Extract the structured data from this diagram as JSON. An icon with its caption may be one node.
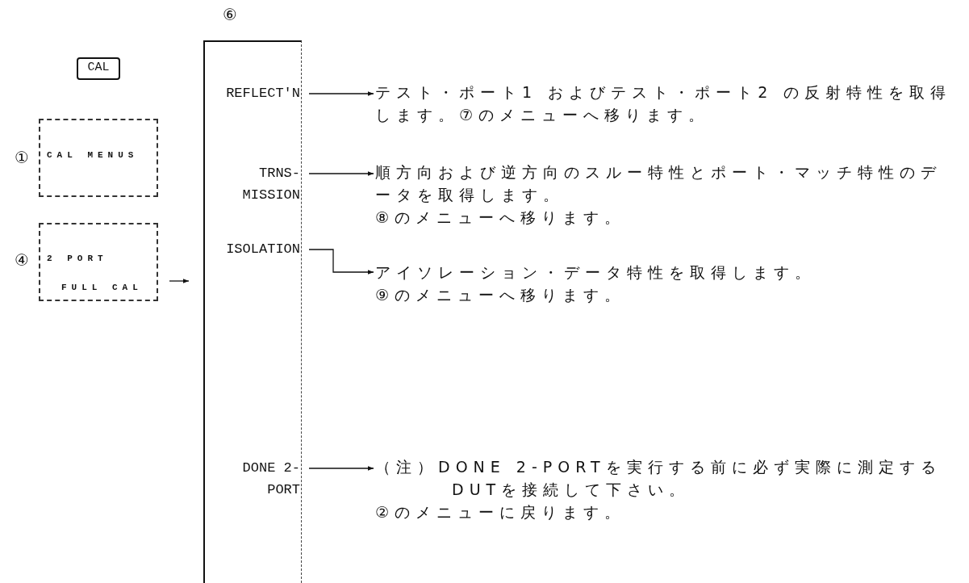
{
  "diagram": {
    "nodes": [
      {
        "text": [
          "CAL"
        ]
      },
      {
        "text": [
          "CAL MENUS"
        ],
        "beside": [
          "①"
        ]
      },
      {
        "text": [
          "2 PORT FULL CAL"
        ],
        "beside": [
          "④"
        ]
      },
      {
        "text": [
          "⑥"
        ]
      },
      {
        "text": [
          "REFLECT'N"
        ],
        "in": 3
      },
      {
        "text": [
          "TRNS- MISSION"
        ],
        "in": 3
      },
      {
        "text": [
          "ISOLATION"
        ],
        "in": 3
      },
      {
        "text": [
          "DONE 2-PORT"
        ],
        "in": 3
      },
      {
        "text": [
          "テスト・ポート1 およびテスト・ポート2 の反射特性を取得します。⑦のメニューへ移ります。"
        ]
      },
      {
        "text": [
          "順方向および逆方向のスルー特性とポート・マッチ特性のデータを取得します。",
          "⑧のメニューへ移ります。"
        ]
      },
      {
        "text": [
          "アイソレーション・データ特性を取得します。",
          "⑨のメニューへ移ります。"
        ]
      },
      {
        "text": [
          "（注）DONE 2-PORTを実行する前に必ず実際に測定するDUTを接続して下さい。",
          "②のメニューに戻ります。"
        ]
      }
    ],
    "edges": [
      {
        "from": 2,
        "to": 3,
        "arrow": "to"
      },
      {
        "from": 4,
        "to": 8,
        "arrow": "to"
      },
      {
        "from": 5,
        "to": 9,
        "arrow": "to"
      },
      {
        "from": 6,
        "to": 10,
        "arrow": "to"
      },
      {
        "from": 7,
        "to": 11,
        "arrow": "to"
      }
    ]
  }
}
